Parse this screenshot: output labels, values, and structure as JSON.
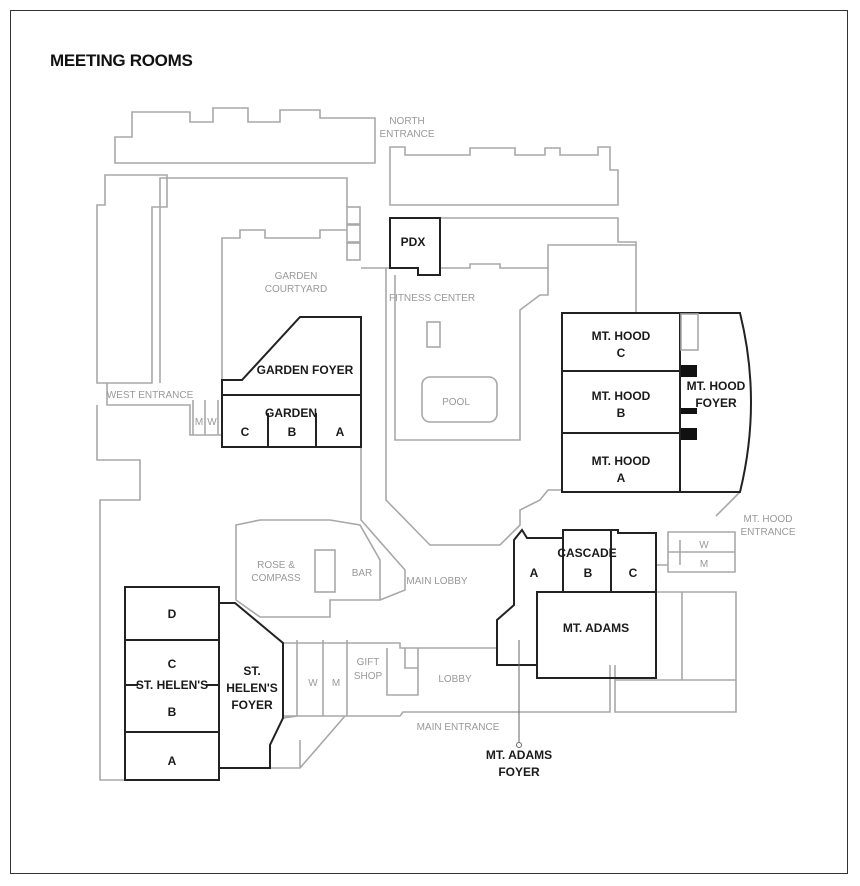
{
  "title": "MEETING ROOMS",
  "rooms": {
    "pdx": "PDX",
    "garden_foyer": "GARDEN FOYER",
    "garden": "GARDEN",
    "garden_c": "C",
    "garden_b": "B",
    "garden_a": "A",
    "mt_hood_c": [
      "MT. HOOD",
      "C"
    ],
    "mt_hood_b": [
      "MT. HOOD",
      "B"
    ],
    "mt_hood_a": [
      "MT. HOOD",
      "A"
    ],
    "mt_hood_foyer": [
      "MT. HOOD",
      "FOYER"
    ],
    "cascade": "CASCADE",
    "cascade_a": "A",
    "cascade_b": "B",
    "cascade_c": "C",
    "mt_adams": "MT. ADAMS",
    "mt_adams_foyer": [
      "MT. ADAMS",
      "FOYER"
    ],
    "st_helens": "ST. HELEN'S",
    "st_helens_d": "D",
    "st_helens_c": "C",
    "st_helens_b": "B",
    "st_helens_a": "A",
    "st_helens_foyer": [
      "ST.",
      "HELEN'S",
      "FOYER"
    ]
  },
  "areas": {
    "north_entrance": [
      "NORTH",
      "ENTRANCE"
    ],
    "garden_courtyard": [
      "GARDEN",
      "COURTYARD"
    ],
    "fitness_center": "FITNESS CENTER",
    "pool": "POOL",
    "west_entrance": "WEST ENTRANCE",
    "west_m": "M",
    "west_w": "W",
    "rose_compass": [
      "ROSE &",
      "COMPASS"
    ],
    "bar": "BAR",
    "main_lobby": "MAIN LOBBY",
    "lobby_w": "W",
    "lobby_m": "M",
    "gift_shop": [
      "GIFT",
      "SHOP"
    ],
    "lobby": "LOBBY",
    "main_entrance": "MAIN ENTRANCE",
    "mt_hood_entrance": [
      "MT. HOOD",
      "ENTRANCE"
    ],
    "east_w": "W",
    "east_m": "M"
  }
}
